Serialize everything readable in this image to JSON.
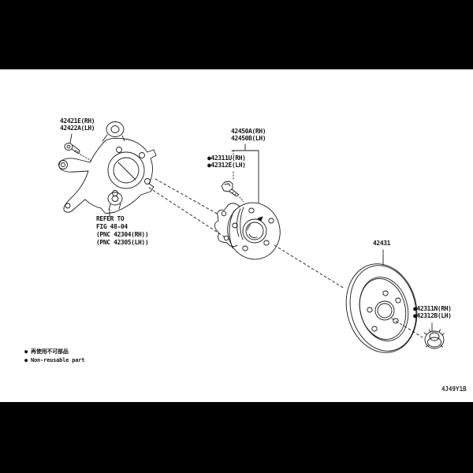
{
  "colors": {
    "background": "#ffffff",
    "letterbox_bar": "#000000",
    "line_art": "#1a1a1a",
    "text": "#141414"
  },
  "labels": {
    "carrier_bolt_rh": "42421E(RH)",
    "carrier_bolt_lh": "42422A(LH)",
    "hub_assy_rh": "42450A(RH)",
    "hub_assy_lh": "42450B(LH)",
    "hub_bolt_rh": "●42311U(RH)",
    "hub_bolt_lh": "●42312E(LH)",
    "refer_line1": "REFER TO",
    "refer_line2": "FIG 48-04",
    "refer_line3": "(PNC 42304(RH))",
    "refer_line4": "(PNC 42305(LH))",
    "disc": "42431",
    "hub_nut_rh": "●42311N(RH)",
    "hub_nut_lh": "●42312B(LH)"
  },
  "legend": {
    "jp": "● 再使用不可部品",
    "en": "● Non-reusable part"
  },
  "doc_code": "4J49Y1B"
}
